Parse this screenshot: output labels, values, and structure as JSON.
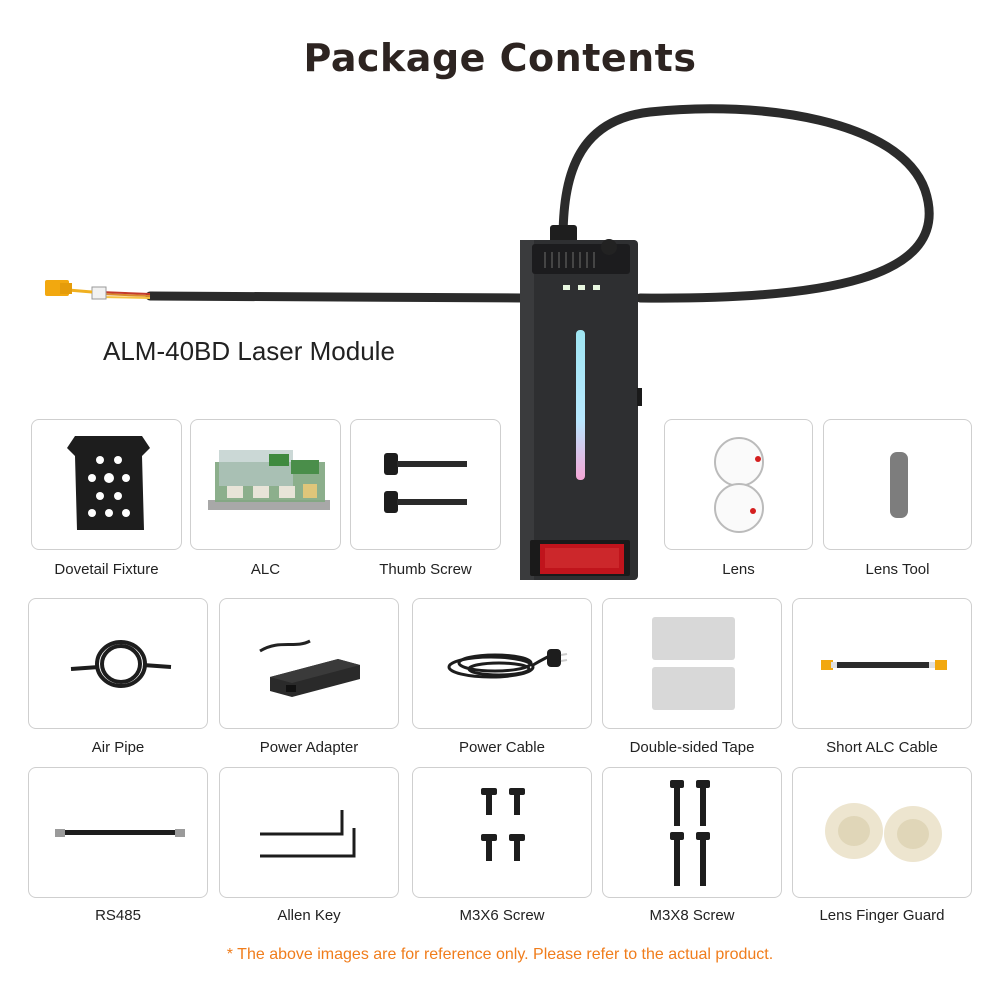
{
  "title": "Package Contents",
  "product": {
    "name": "ALM-40BD Laser Module"
  },
  "items": [
    {
      "label": "Dovetail Fixture"
    },
    {
      "label": "ALC"
    },
    {
      "label": "Thumb Screw"
    },
    {
      "label": "Lens"
    },
    {
      "label": "Lens Tool"
    },
    {
      "label": "Air Pipe"
    },
    {
      "label": "Power Adapter"
    },
    {
      "label": "Power Cable"
    },
    {
      "label": "Double-sided Tape"
    },
    {
      "label": "Short ALC Cable"
    },
    {
      "label": "RS485"
    },
    {
      "label": "Allen Key"
    },
    {
      "label": "M3X6 Screw"
    },
    {
      "label": "M3X8 Screw"
    },
    {
      "label": "Lens Finger Guard"
    }
  ],
  "footnote": "* The above images are for reference only. Please refer to the actual product.",
  "colors": {
    "footnote": "#f07d1c",
    "title": "#2d2421",
    "card_border": "#cfcfcf",
    "laser_window": "#c0141c"
  }
}
